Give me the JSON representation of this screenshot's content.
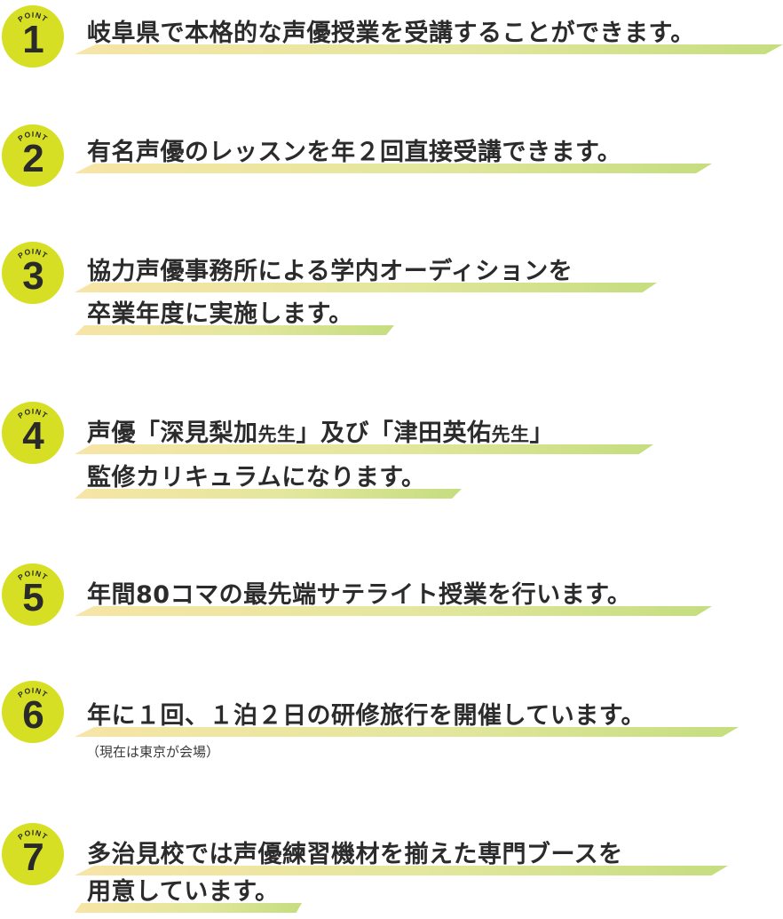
{
  "badge_label": "POINT",
  "points": [
    {
      "number": "1",
      "lines": [
        "岐阜県で本格的な声優授業を受講することができます。"
      ]
    },
    {
      "number": "2",
      "lines": [
        "有名声優のレッスンを年２回直接受講できます。"
      ]
    },
    {
      "number": "3",
      "lines": [
        "協力声優事務所による学内オーディションを",
        "卒業年度に実施します。"
      ]
    },
    {
      "number": "4",
      "line1_parts": [
        "声優「深見梨加",
        "先生",
        "」及び「津田英佑",
        "先生",
        "」"
      ],
      "lines": [
        "監修カリキュラムになります。"
      ]
    },
    {
      "number": "5",
      "lines": [
        "年間80コマの最先端サテライト授業を行います。"
      ]
    },
    {
      "number": "6",
      "lines": [
        "年に１回、１泊２日の研修旅行を開催しています。"
      ],
      "note": "（現在は東京が会場）"
    },
    {
      "number": "7",
      "lines": [
        "多治見校では声優練習機材を揃えた専門ブースを",
        "用意しています。"
      ]
    }
  ],
  "colors": {
    "badge": "#d6df23",
    "text": "#2b2b2b",
    "underline_start": "#f7e5a6",
    "underline_end": "#c5dd7f"
  }
}
